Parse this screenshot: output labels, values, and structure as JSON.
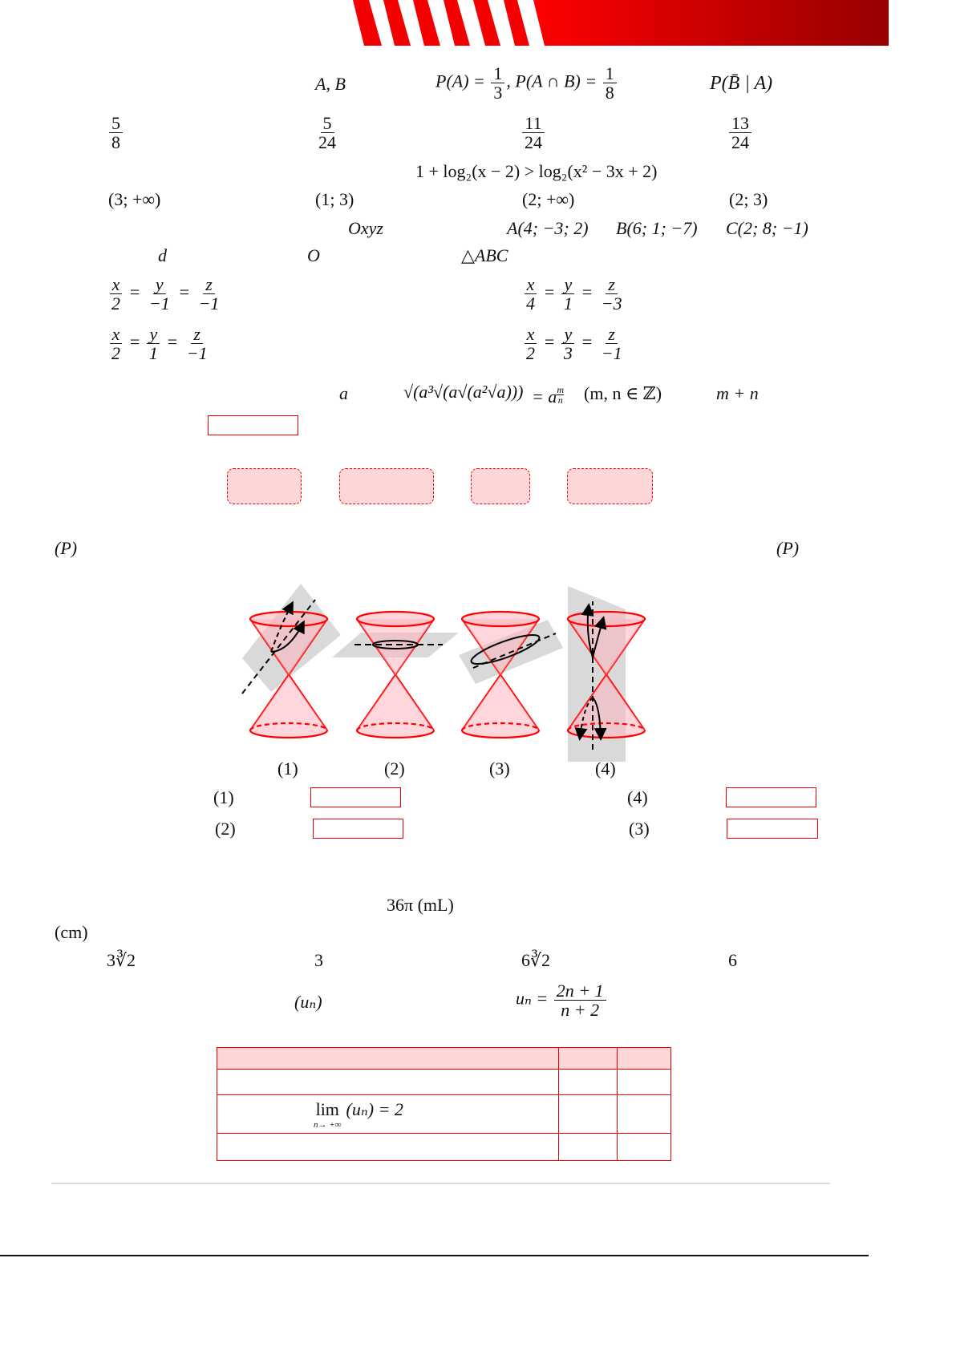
{
  "header": {
    "brand_color": "#e00000",
    "brand_dark": "#9a0000"
  },
  "q_prob": {
    "events": "A, B",
    "given": "P(A) = ",
    "given_num": "1",
    "given_den": "3",
    "given2": ", P(A ∩ B) = ",
    "given2_num": "1",
    "given2_den": "8",
    "ask": "P(B̄ | A)",
    "options": [
      {
        "num": "5",
        "den": "8"
      },
      {
        "num": "5",
        "den": "24"
      },
      {
        "num": "11",
        "den": "24"
      },
      {
        "num": "13",
        "den": "24"
      }
    ]
  },
  "q_log": {
    "inequality": "1 + log₂(x − 2) > log₂(x² − 3x + 2)",
    "options": [
      "(3; +∞)",
      "(1; 3)",
      "(2; +∞)",
      "(2; 3)"
    ]
  },
  "q_line": {
    "system": "Oxyz",
    "A": "A(4; −3; 2)",
    "B": "B(6; 1; −7)",
    "C": "C(2; 8; −1)",
    "d": "d",
    "O": "O",
    "tri": "△ABC",
    "options": [
      [
        {
          "n": "x",
          "d": "2"
        },
        {
          "n": "y",
          "d": "−1"
        },
        {
          "n": "z",
          "d": "−1"
        }
      ],
      [
        {
          "n": "x",
          "d": "4"
        },
        {
          "n": "y",
          "d": "1"
        },
        {
          "n": "z",
          "d": "−3"
        }
      ],
      [
        {
          "n": "x",
          "d": "2"
        },
        {
          "n": "y",
          "d": "1"
        },
        {
          "n": "z",
          "d": "−1"
        }
      ],
      [
        {
          "n": "x",
          "d": "2"
        },
        {
          "n": "y",
          "d": "3"
        },
        {
          "n": "z",
          "d": "−1"
        }
      ]
    ]
  },
  "q_radical": {
    "a": "a",
    "expr": "√(a³√(a√(a²√a)))",
    "rhs": "= a",
    "exp_num": "m",
    "exp_den": "n",
    "cond": "(m, n ∈ ℤ)",
    "ask": "m + n"
  },
  "q_cone": {
    "plane_left": "(P)",
    "plane_right": "(P)",
    "labels": [
      "(1)",
      "(2)",
      "(3)",
      "(4)"
    ],
    "fill1": "(1)",
    "fill4": "(4)",
    "fill2": "(2)",
    "fill3": "(3)"
  },
  "q_volume": {
    "volume": "36π (mL)",
    "unit": "(cm)",
    "options": [
      "3∛2",
      "3",
      "6∛2",
      "6"
    ]
  },
  "q_seq": {
    "seq": "(uₙ)",
    "formula": "uₙ = ",
    "num": "2n + 1",
    "den": "n + 2",
    "lim": "lim",
    "lim_sub": "n→ +∞",
    "lim_rest": "(uₙ) = 2"
  }
}
